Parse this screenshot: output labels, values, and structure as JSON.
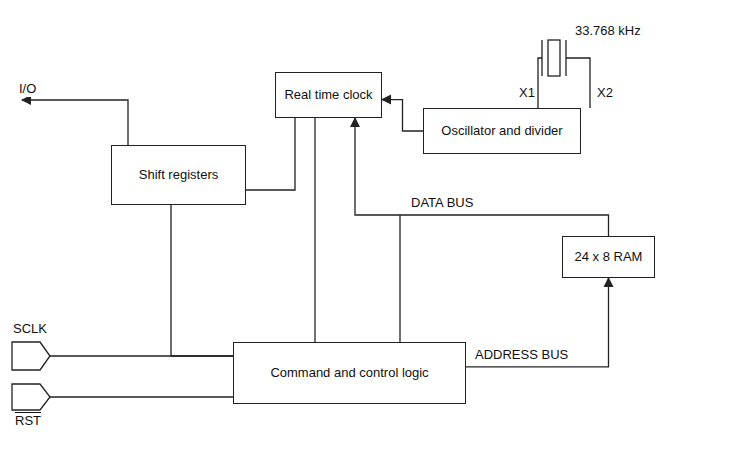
{
  "diagram": {
    "nodes": [
      {
        "text": [
          "Real time clock"
        ]
      },
      {
        "text": [
          "Oscillator and divider"
        ]
      },
      {
        "text": [
          "Shift registers"
        ]
      },
      {
        "text": [
          "24 x 8 RAM"
        ]
      },
      {
        "text": [
          "Command and control logic"
        ]
      }
    ],
    "edges": [
      {
        "from": 1,
        "to": 0,
        "arrow": "to"
      },
      {
        "from": 2,
        "to": 0,
        "arrow": "none"
      },
      {
        "from": 4,
        "to": 0,
        "arrow": "none"
      },
      {
        "from": 3,
        "to": 0,
        "label": "DATA BUS",
        "arrow": "to"
      },
      {
        "from": 4,
        "to": 3,
        "label": "ADDRESS BUS",
        "arrow": "to"
      },
      {
        "from": 2,
        "to": 4,
        "arrow": "none"
      }
    ],
    "labels": [
      "I/O",
      "33.768 kHz",
      "X1",
      "X2",
      "SCLK",
      "RST"
    ]
  }
}
